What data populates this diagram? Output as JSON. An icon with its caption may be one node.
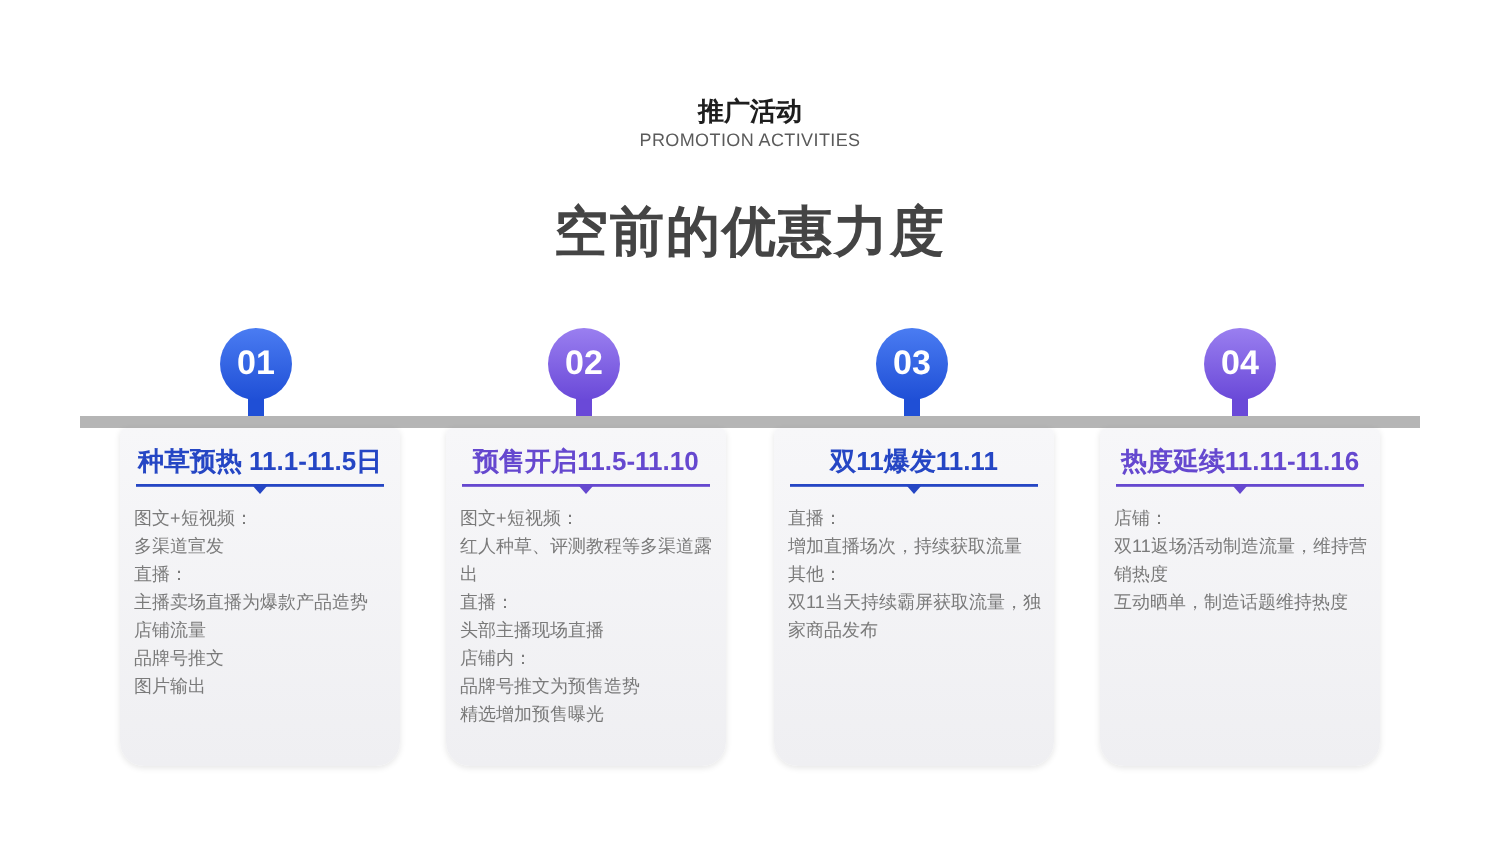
{
  "diagram": {
    "title": "推广活动",
    "nodes": [
      {
        "text": [
          "01"
        ]
      },
      {
        "text": [
          "种草预热 11.1-11.5日",
          "图文+短视频：",
          "多渠道宣发",
          "直播：",
          "主播卖场直播为爆款产品造势",
          "店铺流量",
          "品牌号推文",
          "图片输出"
        ]
      },
      {
        "text": [
          "02"
        ]
      },
      {
        "text": [
          "预售开启11.5-11.10",
          "图文+短视频：",
          "红人种草、评测教程等多渠道露出",
          "直播：",
          "头部主播现场直播",
          "店铺内：",
          "品牌号推文为预售造势",
          "精选增加预售曝光"
        ]
      },
      {
        "text": [
          "03"
        ]
      },
      {
        "text": [
          "双11爆发11.11",
          "直播：",
          "增加直播场次，持续获取流量",
          "其他：",
          "双11当天持续霸屏获取流量，独家商品发布"
        ]
      },
      {
        "text": [
          "04"
        ]
      },
      {
        "text": [
          "热度延续11.11-11.16",
          "店铺：",
          "双11返场活动制造流量，维持营销热度",
          "互动晒单，制造话题维持热度"
        ]
      }
    ],
    "labels": [
      "PROMOTION ACTIVITIES",
      "空前的优惠力度"
    ]
  }
}
